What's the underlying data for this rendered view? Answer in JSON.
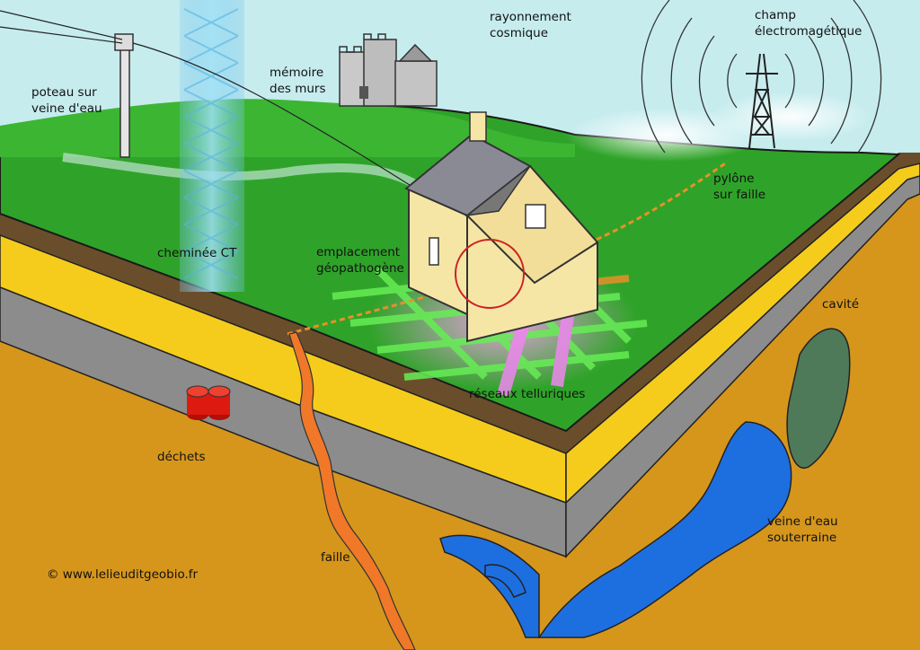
{
  "labels": {
    "poteau": "poteau sur\nveine d'eau",
    "memoire": "mémoire\ndes murs",
    "rayonnement": "rayonnement\ncosmique",
    "champ": "champ\nélectromagétique",
    "cheminee": "cheminée CT",
    "emplacement": "emplacement\ngéopathogène",
    "pylone": "pylône\nsur faille",
    "cavite": "cavité",
    "reseaux": "réseaux telluriques",
    "dechets": "déchets",
    "faille": "faille",
    "veine": "veine d'eau\nsouterraine"
  },
  "copyright": {
    "symbol": "©",
    "text": "www.lelieuditgeobio.fr"
  },
  "colors": {
    "sky": "#c6ecee",
    "grass": "#2fa329",
    "soil_top": "#6a4e2c",
    "yellow_layer": "#f5cc1c",
    "grey_layer": "#8c8c8c",
    "earth": "#d6961c",
    "water": "#1d6fe0",
    "fault": "#f07828",
    "cavity": "#4f7a5a",
    "telluric_green": "#66ee55",
    "telluric_orange": "#e8902a",
    "telluric_pink": "#ee88ee",
    "house_wall": "#f6e6a6",
    "house_roof": "#8a8a94",
    "barrels": "#dd1a10"
  }
}
